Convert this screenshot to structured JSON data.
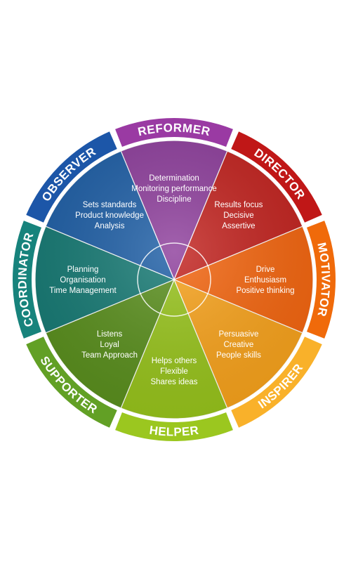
{
  "segments": [
    {
      "role": "REFORMER",
      "traits": [
        "Determination",
        "Monitoring performance",
        "Discipline"
      ],
      "color": "#8e3f9c",
      "ring_color": "#9a3aa3"
    },
    {
      "role": "DIRECTOR",
      "traits": [
        "Results focus",
        "Decisive",
        "Assertive"
      ],
      "color": "#c2231f",
      "ring_color": "#c01717"
    },
    {
      "role": "MOTIVATOR",
      "traits": [
        "Drive",
        "Enthusiasm",
        "Positive thinking"
      ],
      "color": "#f3650f",
      "ring_color": "#f06a0a"
    },
    {
      "role": "INSPIRER",
      "traits": [
        "Persuasive",
        "Creative",
        "People skills"
      ],
      "color": "#f7a21c",
      "ring_color": "#f9b12a"
    },
    {
      "role": "HELPER",
      "traits": [
        "Helps others",
        "Flexible",
        "Shares ideas"
      ],
      "color": "#97c31c",
      "ring_color": "#9bc71f"
    },
    {
      "role": "SUPPORTER",
      "traits": [
        "Listens",
        "Loyal",
        "Team Approach"
      ],
      "color": "#5a8f1e",
      "ring_color": "#62a025"
    },
    {
      "role": "COORDINATOR",
      "traits": [
        "Planning",
        "Organisation",
        "Time Management"
      ],
      "color": "#177a74",
      "ring_color": "#17837c"
    },
    {
      "role": "OBSERVER",
      "traits": [
        "Sets standards",
        "Product knowledge",
        "Analysis"
      ],
      "color": "#1f5fa6",
      "ring_color": "#1c56a8"
    }
  ]
}
